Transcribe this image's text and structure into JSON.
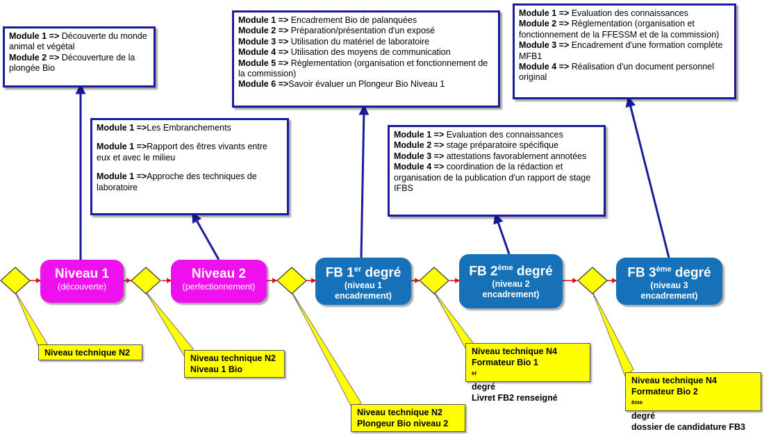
{
  "colors": {
    "module_border": "#1a1a9e",
    "niveau": "#ee11ee",
    "fb": "#1771b8",
    "callout": "#ffff00",
    "diamond": "#ffff00",
    "connector": "#dd1111"
  },
  "modules_niveau1": [
    {
      "k": "Module 1 =>",
      "v": " Découverte du monde animal et végétal"
    },
    {
      "k": "Module 2 =>",
      "v": " Découverture de la plongée Bio"
    }
  ],
  "modules_niveau2": [
    {
      "k": "Module 1 =>",
      "v": "Les Embranchements"
    },
    {
      "k": "Module 1 =>",
      "v": "Rapport des êtres vivants entre eux et avec le milieu"
    },
    {
      "k": "Module 1 =>",
      "v": "Approche des techniques de laboratoire"
    }
  ],
  "modules_fb1": [
    {
      "k": "Module 1 =>",
      "v": " Encadrement Bio de palanquées"
    },
    {
      "k": "Module 2 =>",
      "v": " Préparation/présentation d'un exposé"
    },
    {
      "k": "Module 3 =>",
      "v": " Utilisation du matériel de laboratoire"
    },
    {
      "k": "Module 4 =>",
      "v": " Utilisation des moyens de communication"
    },
    {
      "k": "Module 5 =>",
      "v": " Règlementation (organisation et fonctionnement de la commission)"
    },
    {
      "k": "Module 6 =>",
      "v": "Savoir évaluer un Plongeur Bio Niveau 1"
    }
  ],
  "modules_fb2": [
    {
      "k": "Module 1 =>",
      "v": " Evaluation des connaissances"
    },
    {
      "k": "Module 2 =>",
      "v": " stage préparatoire spécifique"
    },
    {
      "k": "Module 3 =>",
      "v": " attestations favorablement annotées"
    },
    {
      "k": "Module 4 =>",
      "v": "  coordination de la rédaction et organisation de la publication d'un rapport de stage IFBS"
    }
  ],
  "modules_fb3": [
    {
      "k": "Module 1 =>",
      "v": " Evaluation des connaissances"
    },
    {
      "k": "Module 2 =>",
      "v": " Réglementation (organisation et fonctionnement de la FFESSM et de la commission)"
    },
    {
      "k": "Module 3 =>",
      "v": " Encadrement d'une formation complète MFB1"
    },
    {
      "k": "Module 4 =>",
      "v": " Réalisation d'un document personnel original"
    }
  ],
  "steps": {
    "n1": {
      "title": "Niveau 1",
      "sub": "(découverte)"
    },
    "n2": {
      "title": "Niveau 2",
      "sub": "(perfectionnement)"
    },
    "fb1": {
      "title_a": "FB 1",
      "title_sup": "er",
      "title_b": " degré",
      "sub1": "(niveau 1",
      "sub2": "encadrement)"
    },
    "fb2": {
      "title_a": "FB 2",
      "title_sup": "ème",
      "title_b": " degré",
      "sub1": "(niveau 2",
      "sub2": "encadrement)"
    },
    "fb3": {
      "title_a": "FB 3",
      "title_sup": "ème",
      "title_b": " degré",
      "sub1": "(niveau 3",
      "sub2": "encadrement)"
    }
  },
  "callouts": {
    "c1": {
      "l1": "Niveau technique N2"
    },
    "c2": {
      "l1": "Niveau technique N2",
      "l2": "Niveau 1 Bio"
    },
    "c3": {
      "l1": "Niveau technique N2",
      "l2": "Plongeur Bio niveau 2"
    },
    "c4": {
      "l1": "Niveau technique N4",
      "l2a": "Formateur Bio 1",
      "l2sup": "er",
      "l2b": " degré",
      "l3": "Livret FB2 renseigné"
    },
    "c5": {
      "l1": "Niveau technique N4",
      "l2a": "Formateur Bio 2",
      "l2sup": "ème",
      "l2b": " degré",
      "l3": "dossier de candidature FB3"
    }
  }
}
